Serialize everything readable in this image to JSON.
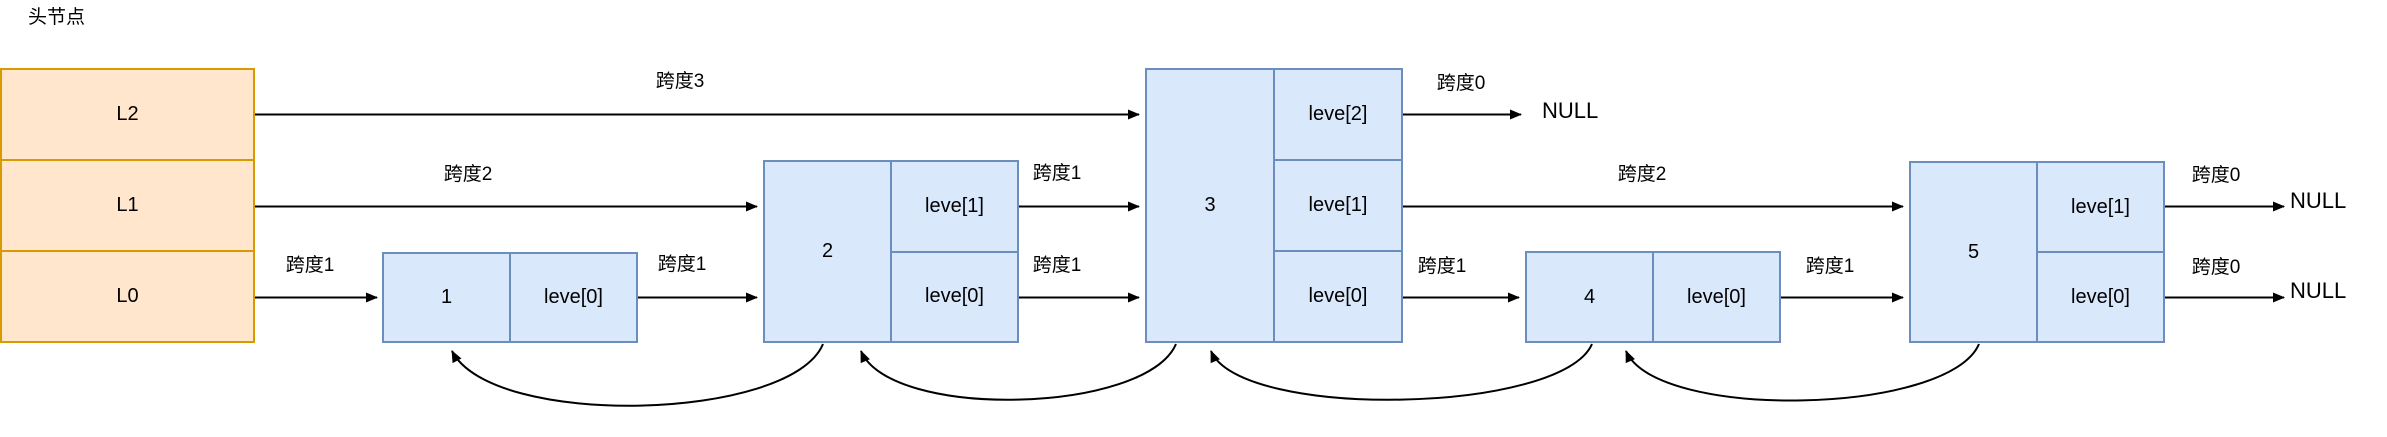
{
  "title": "头节点",
  "colors": {
    "head_fill": "#ffe6cc",
    "head_border": "#d79b00",
    "node_fill": "#dae8fc",
    "node_border": "#6c8ebf",
    "line": "#000000"
  },
  "head": {
    "levels": [
      "L2",
      "L1",
      "L0"
    ]
  },
  "nodes": [
    {
      "value": "1",
      "levels": [
        "leve[0]"
      ]
    },
    {
      "value": "2",
      "levels": [
        "leve[1]",
        "leve[0]"
      ]
    },
    {
      "value": "3",
      "levels": [
        "leve[2]",
        "leve[1]",
        "leve[0]"
      ]
    },
    {
      "value": "4",
      "levels": [
        "leve[0]"
      ]
    },
    {
      "value": "5",
      "levels": [
        "leve[1]",
        "leve[0]"
      ]
    }
  ],
  "spans": [
    "跨度3",
    "跨度2",
    "跨度1",
    "跨度1",
    "跨度1",
    "跨度1",
    "跨度0",
    "跨度2",
    "跨度1",
    "跨度1",
    "跨度0",
    "跨度0"
  ],
  "nulls": [
    "NULL",
    "NULL",
    "NULL"
  ]
}
